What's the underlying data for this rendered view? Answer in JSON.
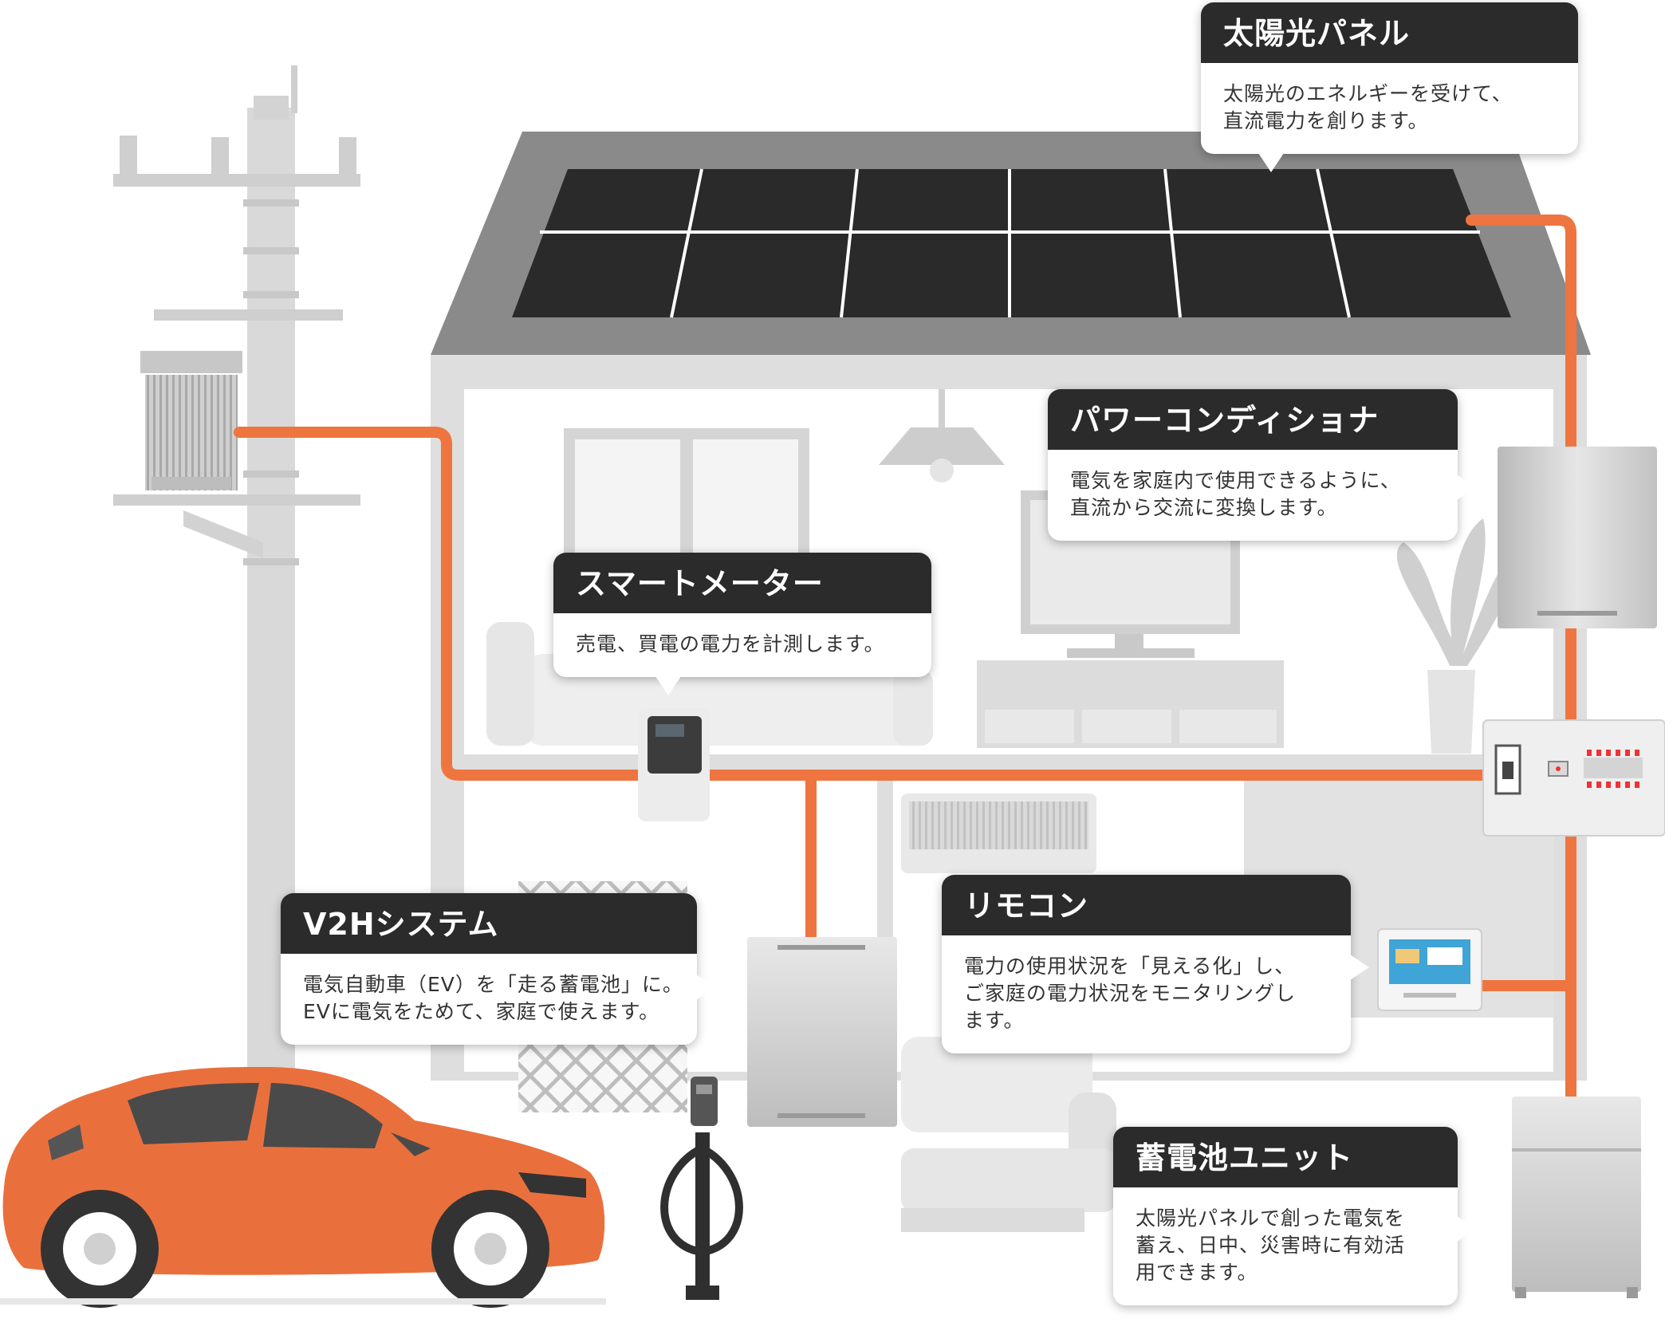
{
  "callouts": {
    "solar_panel": {
      "title": "太陽光パネル",
      "lines": [
        "太陽光のエネルギーを受けて、",
        "直流電力を創ります。"
      ]
    },
    "power_conditioner": {
      "title": "パワーコンディショナ",
      "lines": [
        "電気を家庭内で使用できるように、",
        "直流から交流に変換します。"
      ]
    },
    "smart_meter": {
      "title": "スマートメーター",
      "lines": [
        "売電、買電の電力を計測します。"
      ]
    },
    "v2h_system": {
      "title": "V2Hシステム",
      "lines": [
        "電気自動車（EV）を「走る蓄電池」に。",
        "EVに電気をためて、家庭で使えます。"
      ]
    },
    "remote": {
      "title": "リモコン",
      "lines": [
        "電力の使用状況を「見える化」し、",
        "ご家庭の電力状況をモニタリングし",
        "ます。"
      ]
    },
    "battery_unit": {
      "title": "蓄電池ユニット",
      "lines": [
        "太陽光パネルで創った電気を",
        "蓄え、日中、災害時に有効活",
        "用できます。"
      ]
    }
  },
  "colors": {
    "cable": "#ee7540",
    "car": "#e9703d",
    "roof": "#8a8a8a",
    "panel": "#2a2a2a",
    "wall": "#dedede",
    "callout_header": "#2b2b2b"
  }
}
